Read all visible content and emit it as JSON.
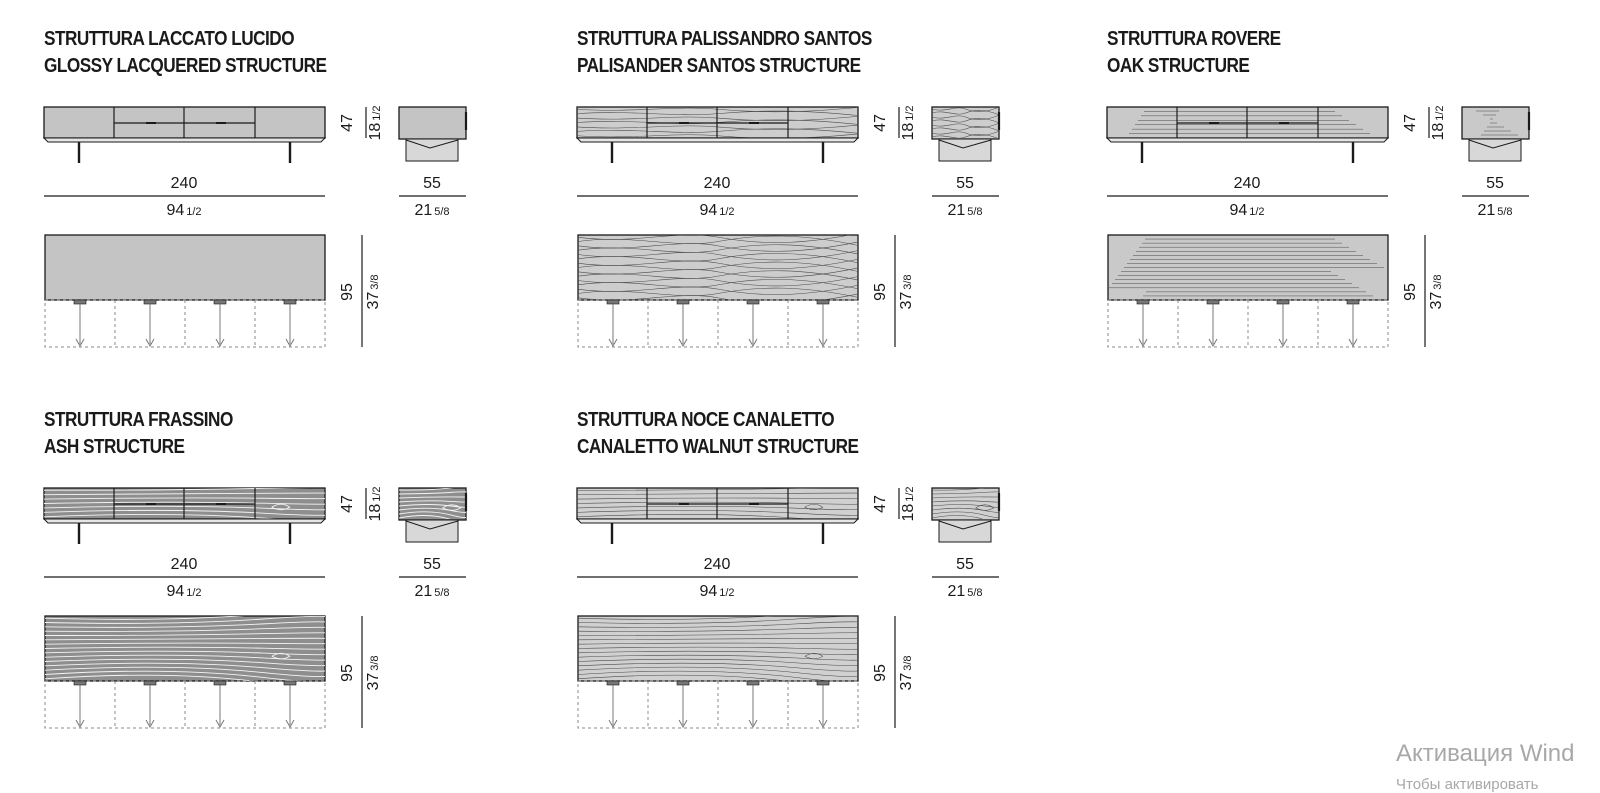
{
  "finishes": [
    {
      "title_it": "STRUTTURA LACCATO LUCIDO",
      "title_en": "GLOSSY LACQUERED STRUCTURE",
      "texture": "lacquer"
    },
    {
      "title_it": "STRUTTURA PALISSANDRO SANTOS",
      "title_en": "PALISANDER SANTOS STRUCTURE",
      "texture": "palisander"
    },
    {
      "title_it": "STRUTTURA ROVERE",
      "title_en": "OAK STRUCTURE",
      "texture": "oak"
    },
    {
      "title_it": "STRUTTURA FRASSINO",
      "title_en": "ASH STRUCTURE",
      "texture": "ash"
    },
    {
      "title_it": "STRUTTURA NOCE CANALETTO",
      "title_en": "CANALETTO WALNUT STRUCTURE",
      "texture": "walnut"
    }
  ],
  "dimensions": {
    "width_cm": "240",
    "width_in_whole": "94",
    "width_in_frac": "1/2",
    "depth_cm": "55",
    "depth_in_whole": "21",
    "depth_in_frac": "5/8",
    "height_cm": "47",
    "height_in_whole": "18",
    "height_in_frac": "1/2",
    "open_cm": "95",
    "open_in_whole": "37",
    "open_in_frac": "3/8"
  },
  "texture_colors": {
    "lacquer": "#c4c4c4",
    "palisander": "#cdcdcd",
    "oak": "#c9c9c9",
    "ash": "#8e8e8e",
    "walnut": "#d0d0d0"
  },
  "line_color": "#1a1a1a",
  "watermark": {
    "line1": "Активация Wind",
    "line2": "Чтобы активировать"
  }
}
